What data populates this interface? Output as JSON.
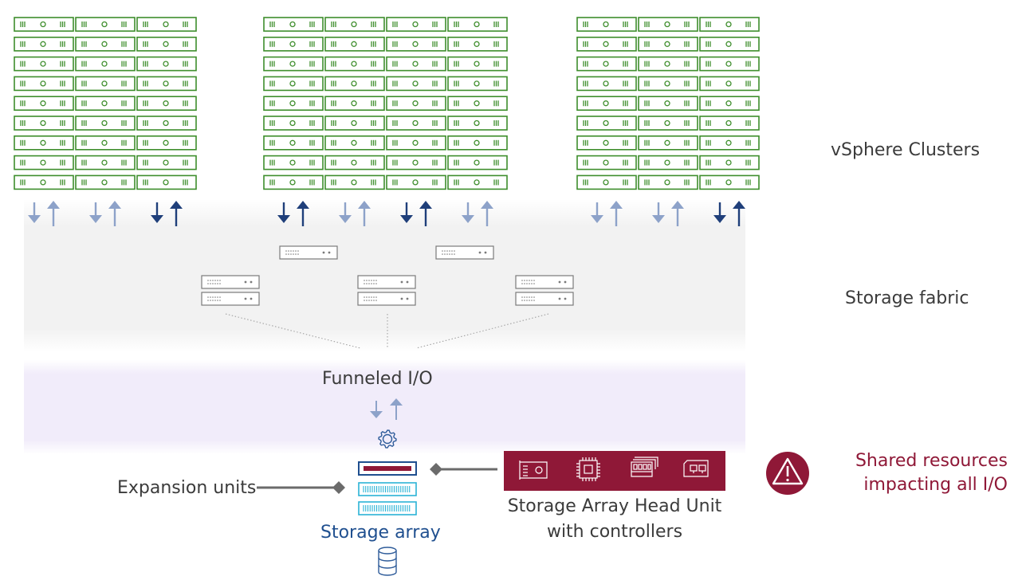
{
  "labels": {
    "clusters": "vSphere Clusters",
    "fabric": "Storage fabric",
    "funneled": "Funneled I/O",
    "expansion": "Expansion units",
    "array": "Storage array",
    "head_unit_line1": "Storage Array Head Unit",
    "head_unit_line2": "with controllers",
    "shared_line1": "Shared resources",
    "shared_line2": "impacting all I/O"
  },
  "icons": {
    "warning": "warning-triangle-icon",
    "gear": "gear-icon",
    "database": "database-icon",
    "head_unit_parts": [
      "network-card-icon",
      "cpu-chip-icon",
      "memory-module-icon",
      "adapter-card-icon"
    ]
  },
  "colors": {
    "server_green": "#3e8e2c",
    "arrow_dark": "#1f3f7a",
    "arrow_light": "#8da2c9",
    "fabric_band": "#f2f2f2",
    "io_band": "#f1ecfa",
    "head_unit": "#8f1837",
    "expansion_cyan": "#2bb3d6",
    "text_dark": "#3b3b3b",
    "text_blue": "#1f4f8f",
    "text_red": "#8f1837"
  },
  "clusters": [
    {
      "columns": 3,
      "rows": 9,
      "arrows": [
        "light",
        "light",
        "dark"
      ]
    },
    {
      "columns": 4,
      "rows": 9,
      "arrows": [
        "dark",
        "light",
        "dark",
        "light"
      ]
    },
    {
      "columns": 3,
      "rows": 9,
      "arrows": [
        "light",
        "light",
        "dark"
      ]
    }
  ],
  "fabric": {
    "top_switches": 2,
    "switch_stacks": 3,
    "switches_per_stack": 2
  }
}
